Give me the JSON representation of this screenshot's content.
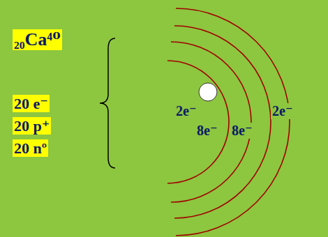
{
  "diagram": {
    "labels": [
      "₂₀Ca⁴⁰",
      "20 e⁻",
      "20 p⁺",
      "20 nº",
      "2e⁻",
      "8e⁻",
      "8e⁻",
      "2e⁻"
    ]
  }
}
